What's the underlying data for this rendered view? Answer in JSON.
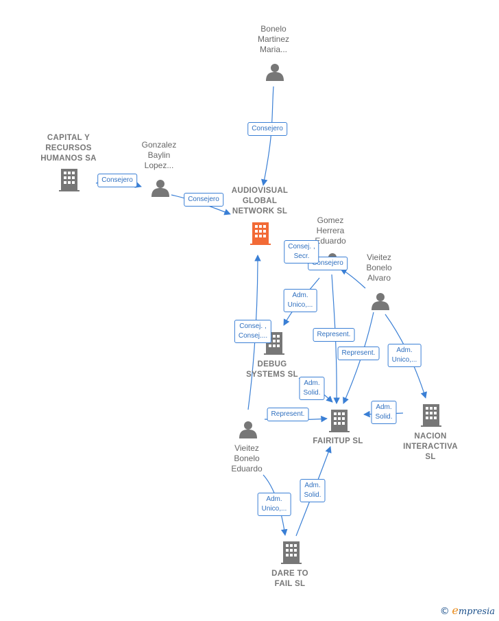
{
  "colors": {
    "edge": "#3a7fd5",
    "node": "#777777",
    "focus": "#f26a36"
  },
  "nodes": {
    "bonelo_martinez": {
      "label": "Bonelo\nMartinez\nMaria..."
    },
    "capital_recursos": {
      "label": "CAPITAL Y\nRECURSOS\nHUMANOS SA"
    },
    "gonzalez_baylin": {
      "label": "Gonzalez\nBaylin\nLopez..."
    },
    "audiovisual": {
      "label": "AUDIOVISUAL\nGLOBAL\nNETWORK  SL"
    },
    "gomez_herrera": {
      "label": "Gomez\nHerrera\nEduardo"
    },
    "vieitez_alvaro": {
      "label": "Vieitez\nBonelo\nAlvaro"
    },
    "debug_systems": {
      "label": "DEBUG\nSYSTEMS  SL"
    },
    "vieitez_eduardo": {
      "label": "Vieitez\nBonelo\nEduardo"
    },
    "fairitup": {
      "label": "FAIRITUP  SL"
    },
    "nacion": {
      "label": "NACION\nINTERACTIVA\nSL"
    },
    "dare_to_fail": {
      "label": "DARE TO\nFAIL  SL"
    }
  },
  "edges": {
    "e1": "Consejero",
    "e2": "Consejero",
    "e3": "Consejero",
    "e4": "Consej. ,\nSecr.",
    "e5": "Consejero",
    "e6": "Adm.\nUnico,...",
    "e7": "Consej. ,\nConsej....",
    "e8": "Represent.",
    "e9": "Represent.",
    "e10": "Adm.\nUnico,...",
    "e11": "Adm.\nSolid.",
    "e12": "Adm.\nSolid.",
    "e13": "Represent.",
    "e14": "Adm.\nSolid.",
    "e15": "Adm.\nUnico,..."
  },
  "brand": {
    "copyright": "©",
    "first_letter": "e",
    "rest": "mpresia"
  }
}
